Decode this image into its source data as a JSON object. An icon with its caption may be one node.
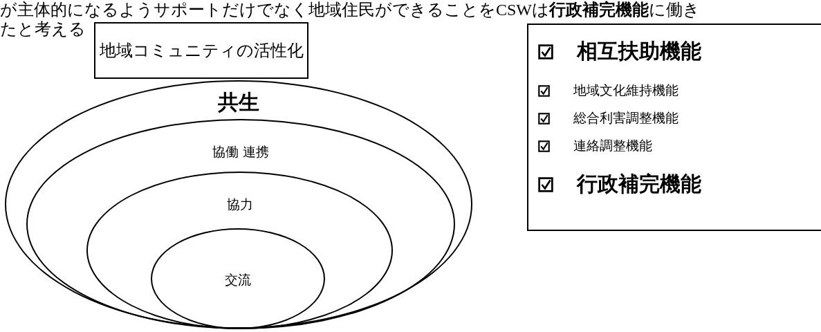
{
  "diagram": {
    "nodes": [
      {
        "text": [
          "地域コミュニティの活性化"
        ]
      },
      {
        "text": [
          "共生"
        ]
      },
      {
        "text": [
          "協働 連携"
        ],
        "in": 1
      },
      {
        "text": [
          "協力"
        ],
        "in": 2
      },
      {
        "text": [
          "交流"
        ],
        "in": 3
      },
      {
        "text": [
          "相互扶助機能",
          "地域文化維持機能",
          "総合利害調整機能",
          "連絡調整機能",
          "行政補完機能"
        ]
      }
    ],
    "edges": [],
    "labels": [
      "が主体的になるようサポートだけでなく地域住民ができることをCSWは**行政補完機能**に働き",
      "たと考える"
    ]
  }
}
